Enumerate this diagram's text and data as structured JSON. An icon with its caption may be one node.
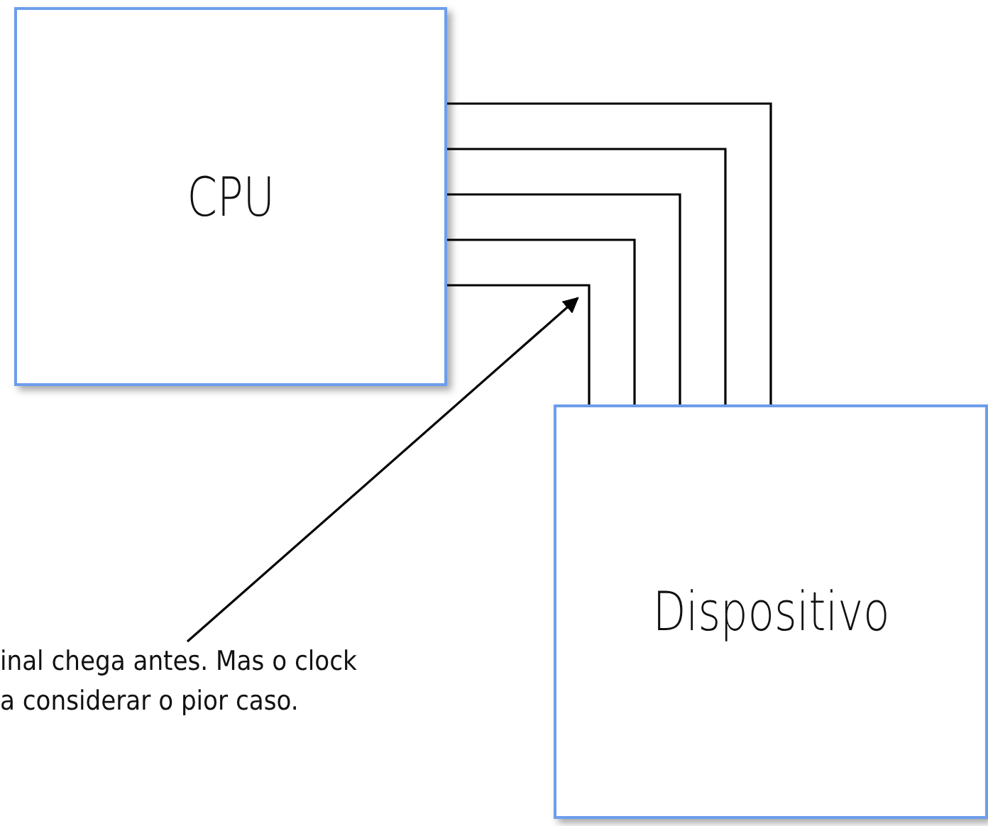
{
  "diagram": {
    "nodes": [
      {
        "text": [
          "CPU"
        ]
      },
      {
        "text": [
          "Dispositivo"
        ]
      },
      {
        "text": [
          "inal chega antes. Mas o clock a considerar o pior caso."
        ]
      }
    ],
    "edges": [
      {
        "from": 0,
        "to": 1,
        "arrow": "none"
      },
      {
        "from": 0,
        "to": 1,
        "arrow": "none"
      },
      {
        "from": 0,
        "to": 1,
        "arrow": "none"
      },
      {
        "from": 0,
        "to": 1,
        "arrow": "none"
      },
      {
        "from": 0,
        "to": 1,
        "arrow": "none"
      },
      {
        "from": 2,
        "to": null,
        "arrow": "to"
      }
    ]
  }
}
